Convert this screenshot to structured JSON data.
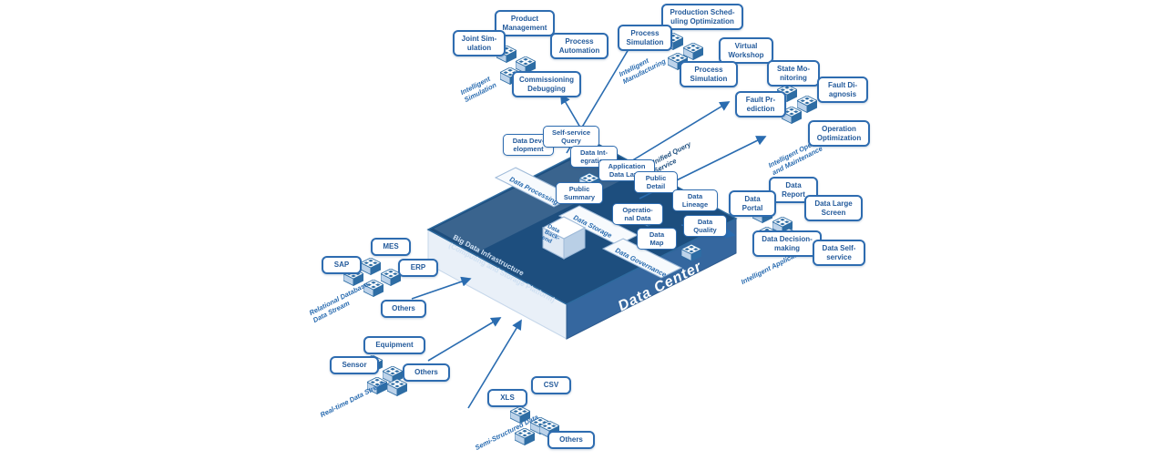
{
  "palette": {
    "blue": "#2a6cb0",
    "dark_top": "#1d4e7e",
    "side_blue": "#35679f",
    "light_face": "#e9f0f8"
  },
  "clusters": {
    "simulation": {
      "tag": "Intelligent\nSimulation",
      "product_management": "Product\nManagement",
      "joint_simulation": "Joint Sim-\nulation",
      "process_automation": "Process\nAutomation",
      "commissioning_debugging": "Commissioning\nDebugging"
    },
    "manufacturing": {
      "tag": "Intelligent\nManufacturing",
      "production_scheduling": "Production Sched-\nuling Optimization",
      "process_simulation_a": "Process\nSimulation",
      "virtual_workshop": "Virtual\nWorkshop",
      "process_simulation_b": "Process\nSimulation"
    },
    "om": {
      "tag": "Intelligent Operation\nand Maintenance",
      "state_monitoring": "State Mo-\nnitoring",
      "fault_diagnosis": "Fault Di-\nagnosis",
      "fault_prediction": "Fault Pr-\nediction",
      "operation_optimization": "Operation\nOptimization"
    },
    "applications": {
      "tag": "Intelligent Applications",
      "data_report": "Data\nReport",
      "data_portal": "Data\nPortal",
      "data_large_screen": "Data Large\nScreen",
      "data_decision_making": "Data Decision-\nmaking",
      "data_self_service": "Data Self-\nservice"
    },
    "relational": {
      "tag": "Relational Database\nData Stream",
      "mes": "MES",
      "sap": "SAP",
      "erp": "ERP",
      "others": "Others"
    },
    "realtime": {
      "tag": "Real-time Data Stream",
      "equipment": "Equipment",
      "sensor": "Sensor",
      "others": "Others"
    },
    "semistructured": {
      "tag": "Semi-Structured Data",
      "csv": "CSV",
      "xls": "XLS",
      "others": "Others"
    }
  },
  "platform": {
    "side_label": "Data Center",
    "top_label": "Big Data Infrastructure\n(Computing and Storage Platform)",
    "unified_query": "Unified Query\nService",
    "shelf_processing": "Data Processing",
    "shelf_storage": "Data Storage",
    "shelf_governance": "Data Governance",
    "cube_label": "Data\nBack-\nend",
    "callouts": {
      "data_development": "Data Dev-\nelopment",
      "self_service_query": "Self-service\nQuery",
      "data_integration": "Data Int-\negration",
      "application_data_layer": "Application\nData Layer",
      "public_summary": "Public\nSummary",
      "public_detail": "Public\nDetail",
      "operational_data": "Operatio-\nnal Data",
      "data_lineage": "Data\nLineage",
      "data_quality": "Data\nQuality",
      "data_map": "Data\nMap"
    }
  }
}
